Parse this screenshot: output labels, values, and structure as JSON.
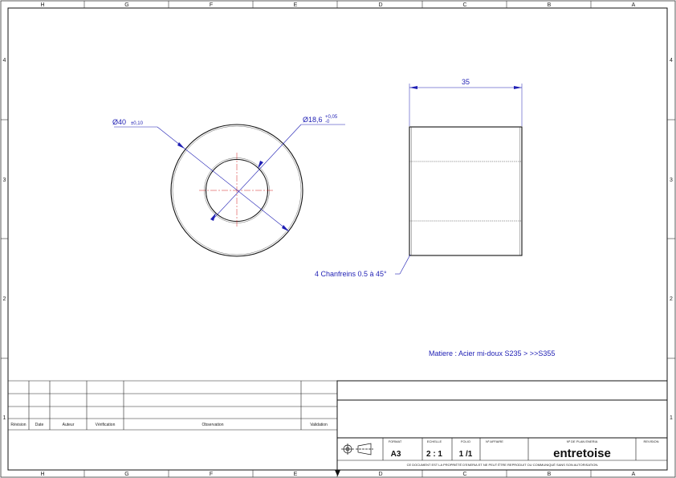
{
  "frame": {
    "columns_top": [
      "H",
      "G",
      "F",
      "E",
      "D",
      "C",
      "B",
      "A"
    ],
    "columns_bottom": [
      "H",
      "G",
      "F",
      "E",
      "D",
      "C",
      "B",
      "A"
    ],
    "rows_left": [
      "4",
      "3",
      "2",
      "1"
    ],
    "rows_right": [
      "4",
      "3",
      "2",
      "1"
    ]
  },
  "front_view": {
    "outer_diameter_label": "Ø40",
    "outer_tolerance": "±0,10",
    "inner_diameter_label": "Ø18,6",
    "inner_tol_upper": "+0,05",
    "inner_tol_lower": "-0"
  },
  "side_view": {
    "length_label": "35",
    "chamfer_note": "4 Chanfreins 0.5 à 45°"
  },
  "material_note": "Matiere : Acier mi-doux S235 > >>S355",
  "revision_table": {
    "headers": [
      "Révision",
      "Date",
      "Auteur",
      "Vérification",
      "Observation",
      "Validation"
    ]
  },
  "title_block": {
    "format_label": "FORMAT",
    "format_value": "A3",
    "scale_label": "ECHELLE",
    "scale_value": "2 : 1",
    "folio_label": "FOLIO",
    "folio_value": "1 /1",
    "affaire_label": "Nº AFFAIRE",
    "plan_label": "Nº DE PLAN ENERIA",
    "plan_value": "entretoise",
    "revision_label": "REVISION",
    "footer": "CE DOCUMENT EST LA PROPRIÉTÉ D'ENERIA ET NE PEUT ÊTRE REPRODUIT OU COMMUNIQUÉ SANS SON AUTORISATION."
  }
}
